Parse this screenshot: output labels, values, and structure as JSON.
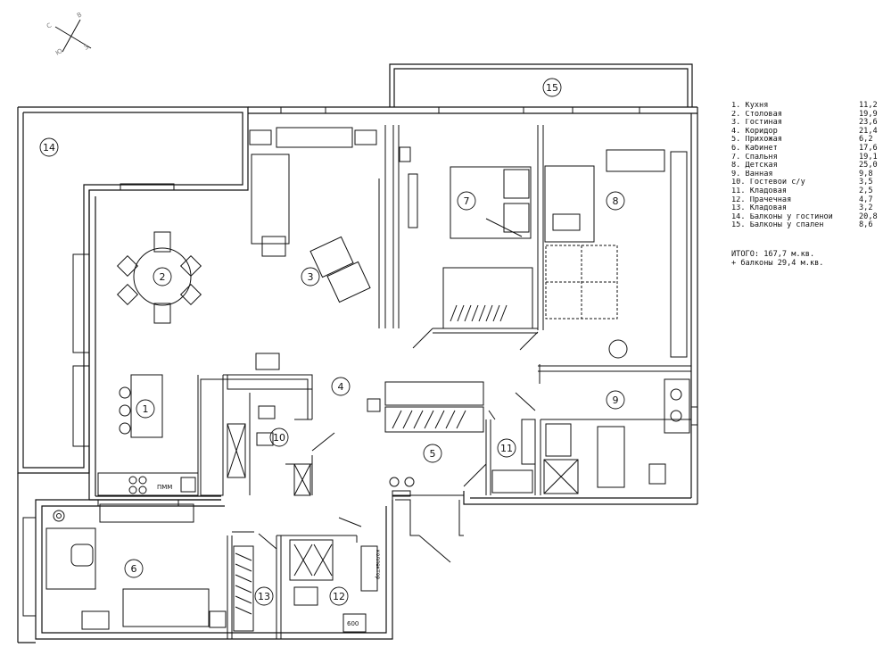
{
  "compass": {
    "labels": [
      "С",
      "В",
      "Ю",
      "З"
    ]
  },
  "rooms": [
    {
      "num": "1"
    },
    {
      "num": "2"
    },
    {
      "num": "3"
    },
    {
      "num": "4"
    },
    {
      "num": "5"
    },
    {
      "num": "6"
    },
    {
      "num": "7"
    },
    {
      "num": "8"
    },
    {
      "num": "9"
    },
    {
      "num": "10"
    },
    {
      "num": "11"
    },
    {
      "num": "12"
    },
    {
      "num": "13"
    },
    {
      "num": "14"
    },
    {
      "num": "15"
    }
  ],
  "fixtures": {
    "hob_label": "ПММ",
    "washer_label": "600",
    "collector_label": "коллектор"
  },
  "legend": [
    {
      "name": "1. Кухня",
      "area": "11,2"
    },
    {
      "name": "2. Столовая",
      "area": "19,9"
    },
    {
      "name": "3. Гостиная",
      "area": "23,6"
    },
    {
      "name": "4. Коридор",
      "area": "21,4"
    },
    {
      "name": "5. Прихожая",
      "area": "6,2"
    },
    {
      "name": "6. Кабинет",
      "area": "17,6"
    },
    {
      "name": "7. Спальня",
      "area": "19,1"
    },
    {
      "name": "8. Детская",
      "area": "25,0"
    },
    {
      "name": "9. Ванная",
      "area": "9,8"
    },
    {
      "name": "10. Гостевой с/у",
      "area": "3,5"
    },
    {
      "name": "11. Кладовая",
      "area": "2,5"
    },
    {
      "name": "12. Прачечная",
      "area": "4,7"
    },
    {
      "name": "13. Кладовая",
      "area": "3,2"
    },
    {
      "name": "14. Балконы у гостиной",
      "area": "20,8"
    },
    {
      "name": "15. Балконы у спален",
      "area": "8,6"
    }
  ],
  "totals": {
    "line1": "ИТОГО: 167,7 м.кв.",
    "line2": "+ балконы 29,4 м.кв."
  }
}
